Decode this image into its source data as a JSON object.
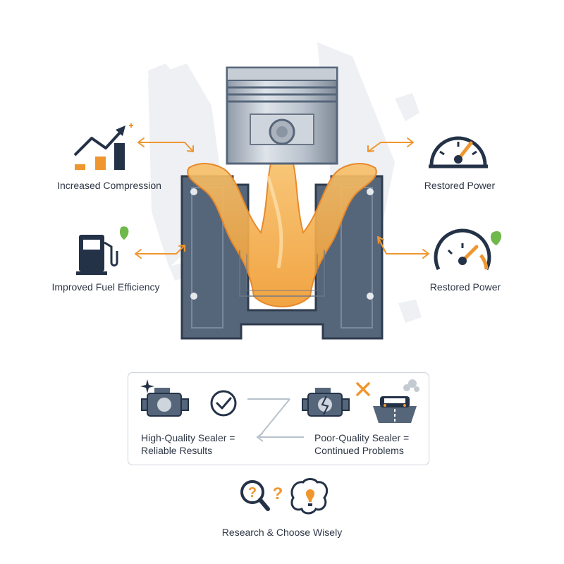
{
  "labels": {
    "increased_compression": "Increased Compression",
    "restored_power_top": "Restored Power",
    "improved_fuel_efficiency": "Improved Fuel Efficiency",
    "restored_power_bottom": "Restored Power"
  },
  "comparison": {
    "high_quality_line1": "High-Quality Sealer =",
    "high_quality_line2": "Reliable Results",
    "poor_quality_line1": "Poor-Quality Sealer =",
    "poor_quality_line2": "Continued Problems"
  },
  "footer": {
    "research_label": "Research & Choose Wisely",
    "question_mark": "?"
  },
  "colors": {
    "navy": "#243247",
    "orange": "#f0962e",
    "green": "#6fb84a",
    "sealer": "#f5b04e",
    "block": "#56667a"
  }
}
